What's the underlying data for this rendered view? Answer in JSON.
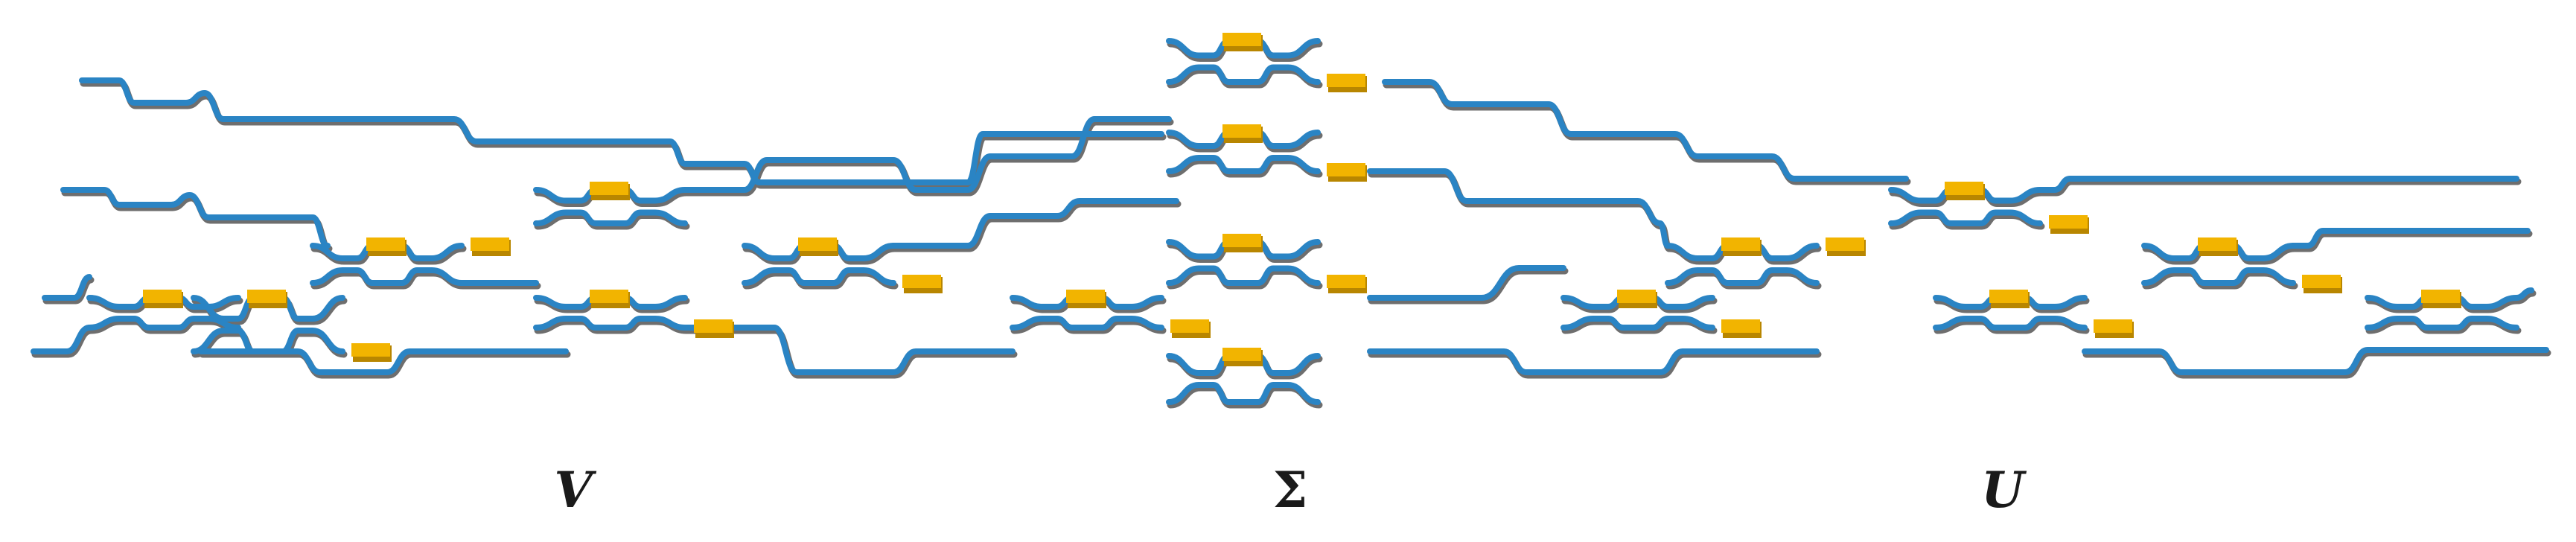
{
  "labels": {
    "v": "V",
    "sigma": "Σ",
    "u": "U"
  },
  "colors": {
    "waveguide": "#2a84c4",
    "shadow": "#6e6e6e",
    "phase_shifter": "#f2b400",
    "phase_shifter_edge": "#b88600",
    "label": "#1a1a1a"
  },
  "blocks": [
    "V",
    "Σ",
    "U"
  ]
}
